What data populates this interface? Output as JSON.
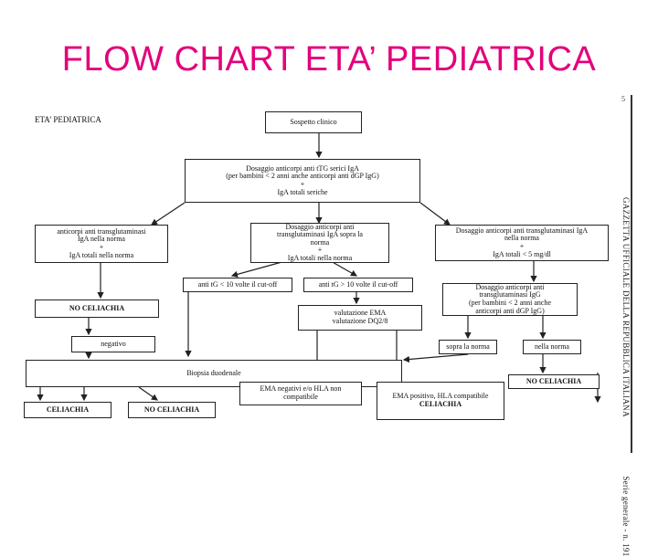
{
  "slide": {
    "title": "FLOW CHART ETA’ PEDIATRICA"
  },
  "scan": {
    "corner_label": "ETA’ PEDIATRICA",
    "margin_text": "GAZZETTA UFFICIALE DELLA REPUBBLICA ITALIANA",
    "margin_series": "Serie generale - n. 191",
    "page_number": "5"
  },
  "boxes": {
    "sospetto": [
      "Sospetto clinico"
    ],
    "dosaggio_main": [
      "Dosaggio anticorpi anti tTG serici IgA",
      "(per bambini < 2 anni anche anticorpi anti dGP IgG)",
      "+",
      "IgA totali seriche"
    ],
    "left_norm": [
      "anticorpi anti transglutaminasi",
      "IgA nella norma",
      "+",
      "IgA totali nella norma"
    ],
    "center_sopra": [
      "Dosaggio anticorpi anti",
      "transglutaminasi IgA sopra la",
      "norma",
      "+",
      "IgA totali nella norma"
    ],
    "right_iga": [
      "Dosaggio anticorpi anti transglutaminasi IgA",
      "nella norma",
      "+",
      "IgA totali < 5 mg/dl"
    ],
    "ttg_lt10": [
      "anti tG < 10 volte il cut-off"
    ],
    "ttg_gt10": [
      "anti tG > 10 volte il cut-off"
    ],
    "right_igg": [
      "Dosaggio anticorpi anti",
      "transglutaminasi IgG",
      "(per bambini < 2 anni anche",
      "anticorpi anti dGP IgG)"
    ],
    "no_celiachia_left": [
      "NO CELIACHIA"
    ],
    "ema": [
      "valutazione EMA",
      "valutazione DQ2/8"
    ],
    "negativo": [
      "negativo"
    ],
    "sopra_norma": [
      "sopra la norma"
    ],
    "nella_norma": [
      "nella norma"
    ],
    "biopsia": [
      "Biopsia duodenale"
    ],
    "no_celiachia_right": [
      "NO CELIACHIA"
    ],
    "ema_neg": [
      "EMA negativi e/o HLA non",
      "compatibile"
    ],
    "ema_pos": [
      "EMA positivo, HLA compatibile",
      "",
      "CELIACHIA"
    ],
    "celiachia": [
      "CELIACHIA"
    ],
    "no_celiachia_bottom": [
      "NO CELIACHIA"
    ]
  }
}
